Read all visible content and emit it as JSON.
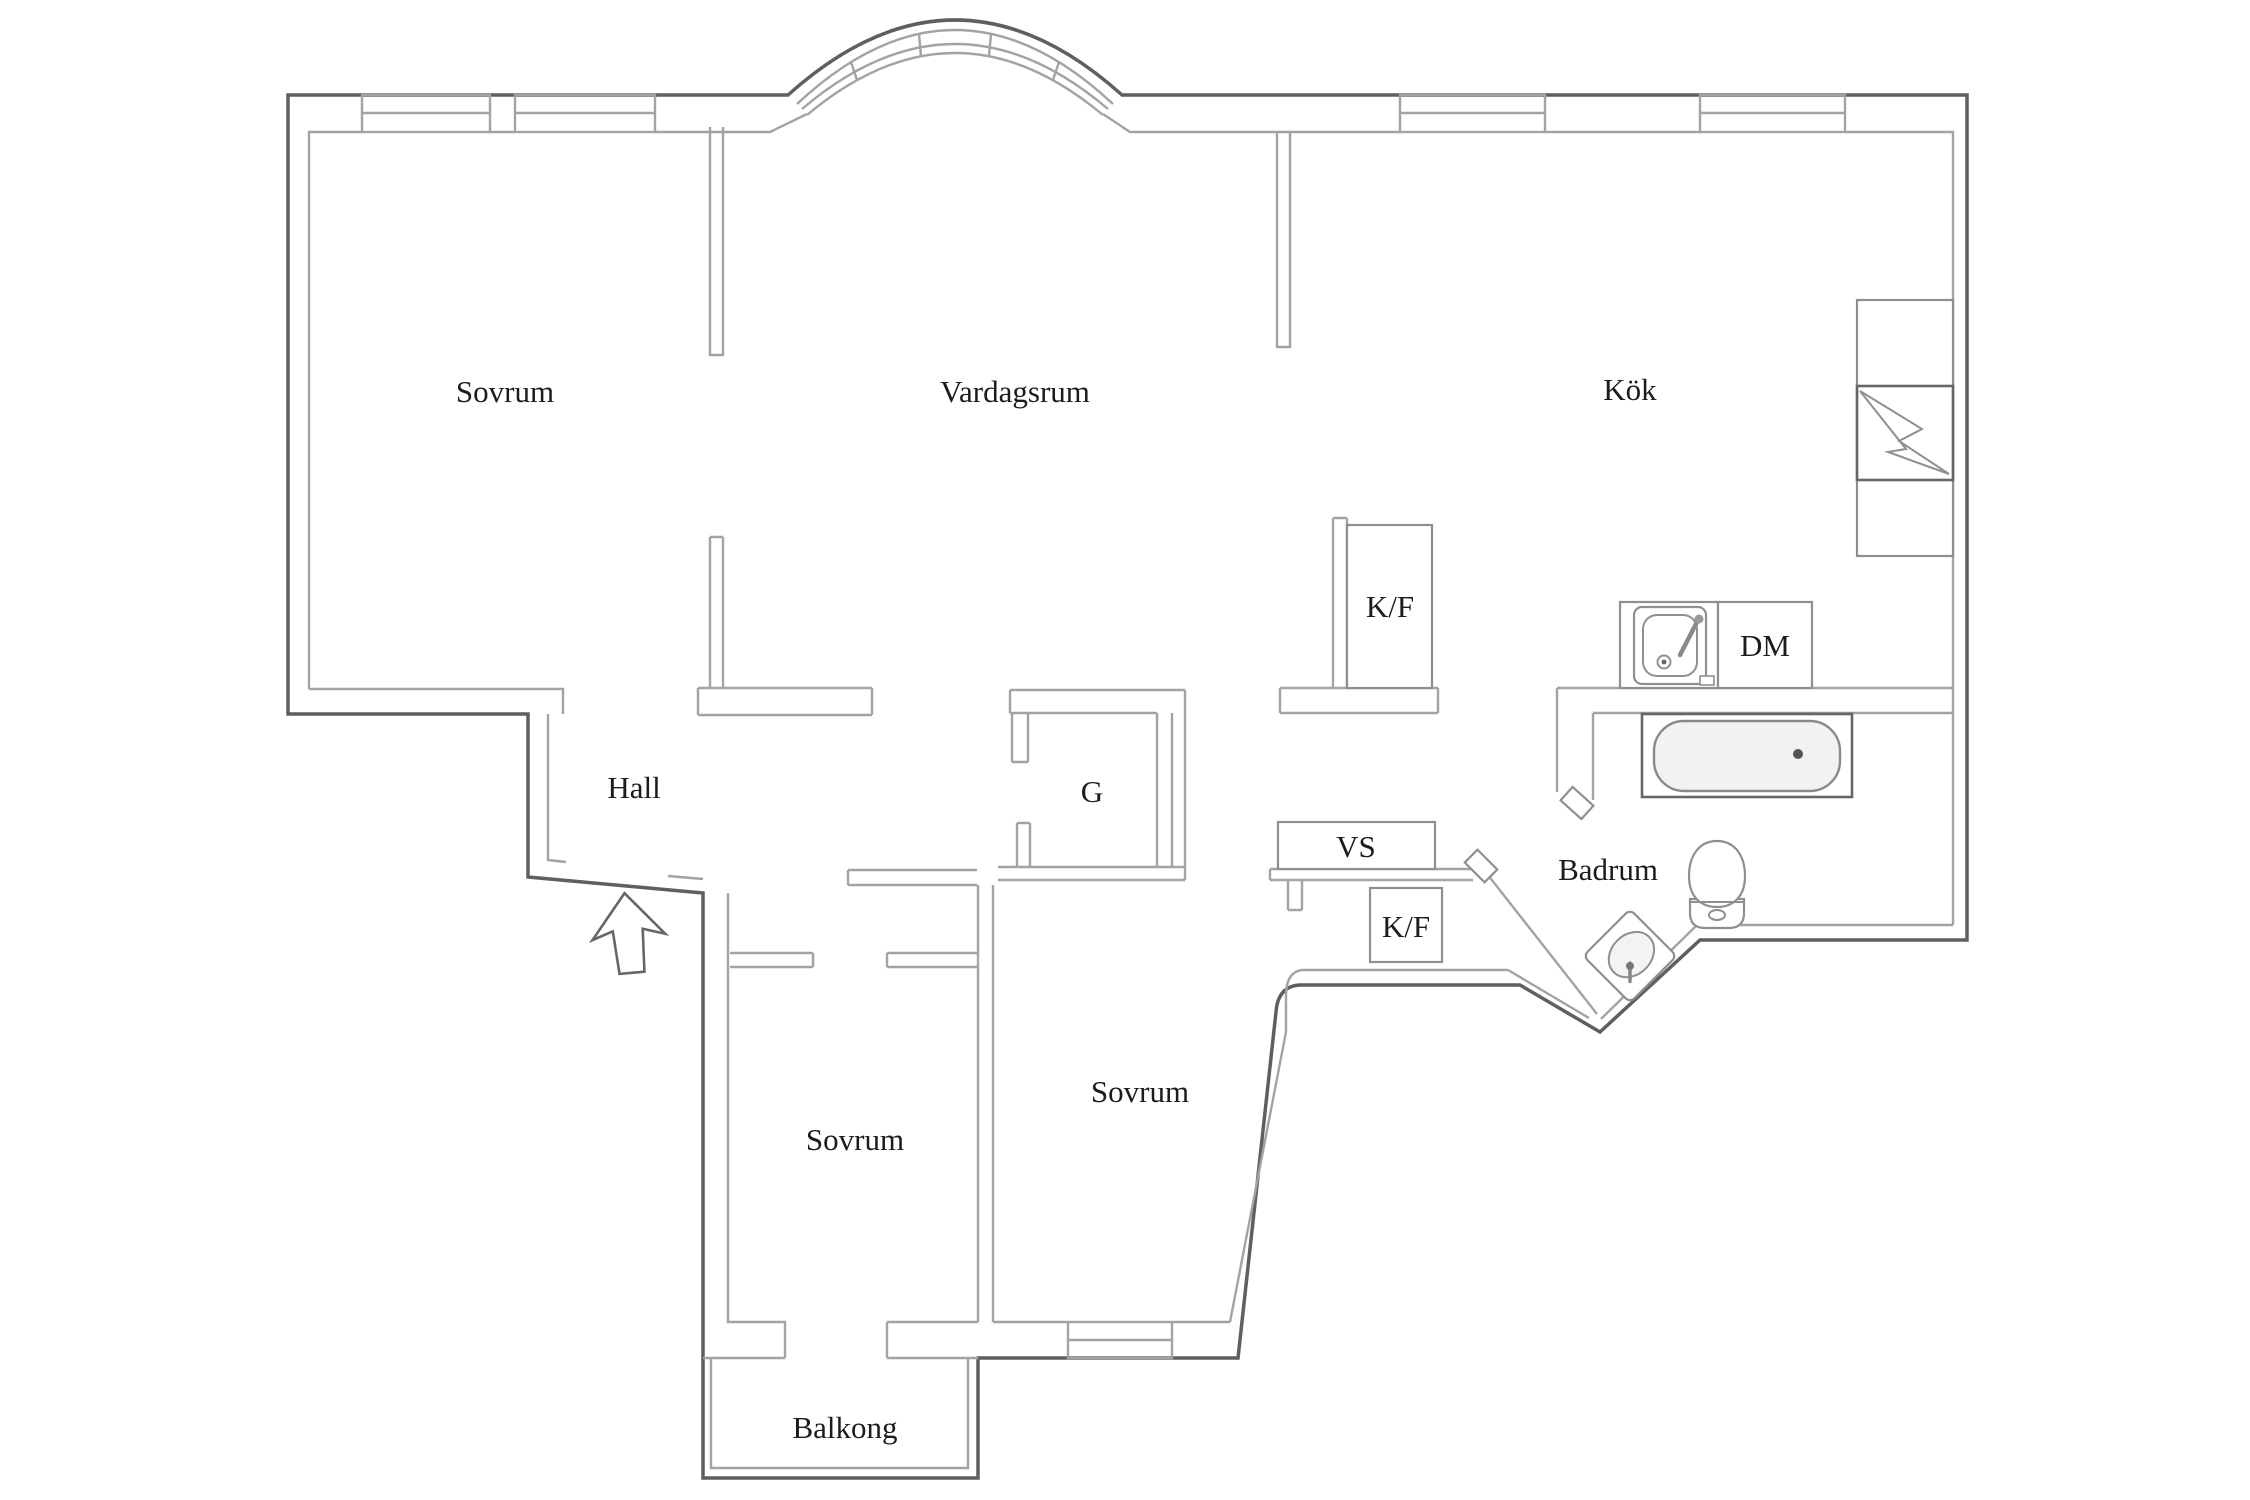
{
  "plan": {
    "type": "apartment-floor-plan",
    "background": "#ffffff",
    "colors": {
      "wall_outer": "#5f5f5f",
      "wall_inner": "#a3a3a3",
      "fixture": "#8f8f8f",
      "text": "#1c1c1c"
    },
    "labels": {
      "bedroom_top_left": "Sovrum",
      "living_room": "Vardagsrum",
      "kitchen": "Kök",
      "hall": "Hall",
      "closet": "G",
      "fridge_freezer_kitchen": "K/F",
      "water_supply_cabinet": "VS",
      "fridge_freezer_small": "K/F",
      "dishwasher": "DM",
      "bathroom": "Badrum",
      "bedroom_bottom_left": "Sovrum",
      "bedroom_bottom_middle": "Sovrum",
      "balcony": "Balkong"
    }
  }
}
